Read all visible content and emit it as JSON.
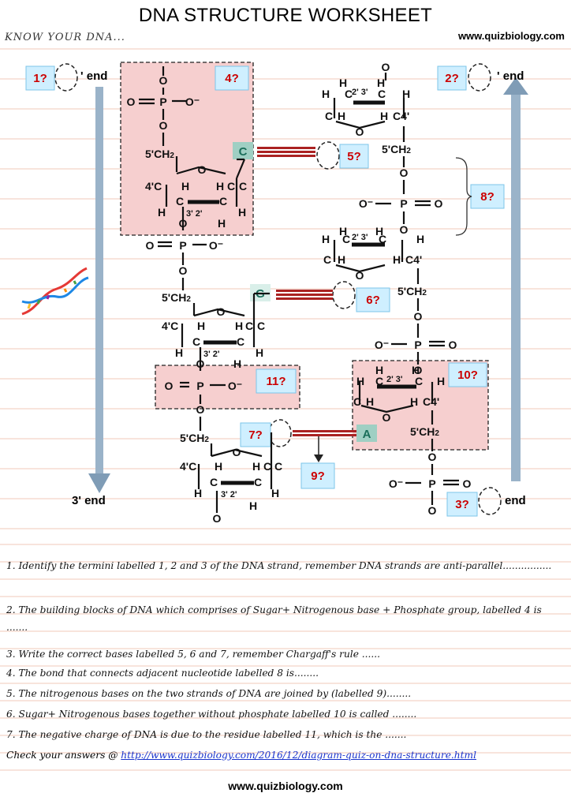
{
  "header": {
    "title": "DNA STRUCTURE WORKSHEET",
    "subtitle": "KNOW YOUR DNA...",
    "website": "www.quizbiology.com"
  },
  "diagram": {
    "end_5_prime": "' end",
    "end_3_prime_left": "3' end",
    "end_3_prime_right": "end",
    "labels": [
      "1?",
      "2?",
      "3?",
      "4?",
      "5?",
      "6?",
      "7?",
      "8?",
      "9?",
      "10?",
      "11?"
    ],
    "bases": [
      "C",
      "G",
      "A"
    ],
    "atoms": {
      "o": "O",
      "p": "P",
      "o_minus": "O⁻",
      "ch2_left": "5'CH",
      "ch2_right": "5'CH",
      "sub2": "2",
      "h": "H",
      "c": "C",
      "c4_left": "4'C",
      "c4_right": "C4'",
      "primes": "3' 2'",
      "primes_top": "2' 3'"
    }
  },
  "questions": [
    "1. Identify the termini labelled 1, 2 and 3 of the DNA strand, remember DNA strands are anti-parallel................",
    "2. The building blocks of DNA which comprises of Sugar+ Nitrogenous base + Phosphate group, labelled 4 is .......",
    "3. Write the correct bases labelled 5, 6 and 7, remember Chargaff's rule ......",
    "4. The bond that connects adjacent nucleotide labelled 8 is........",
    "5. The nitrogenous bases on the two strands of DNA are joined by (labelled 9)........",
    "6. Sugar+ Nitrogenous bases together without phosphate labelled 10 is called ........",
    "7. The negative charge of DNA is due to the residue labelled 11, which is the    ......."
  ],
  "check": {
    "prefix": "Check your answers @ ",
    "link": "http://www.quizbiology.com/2016/12/diagram-quiz-on-dna-structure.html"
  },
  "footer": {
    "website": "www.quizbiology.com"
  },
  "colors": {
    "box_fill": "#f6cfcf",
    "label_fill": "#cfefff",
    "label_border": "#7cc6e8",
    "arrow": "#9ab3c9",
    "ruled_line": "#f2c9b8"
  }
}
